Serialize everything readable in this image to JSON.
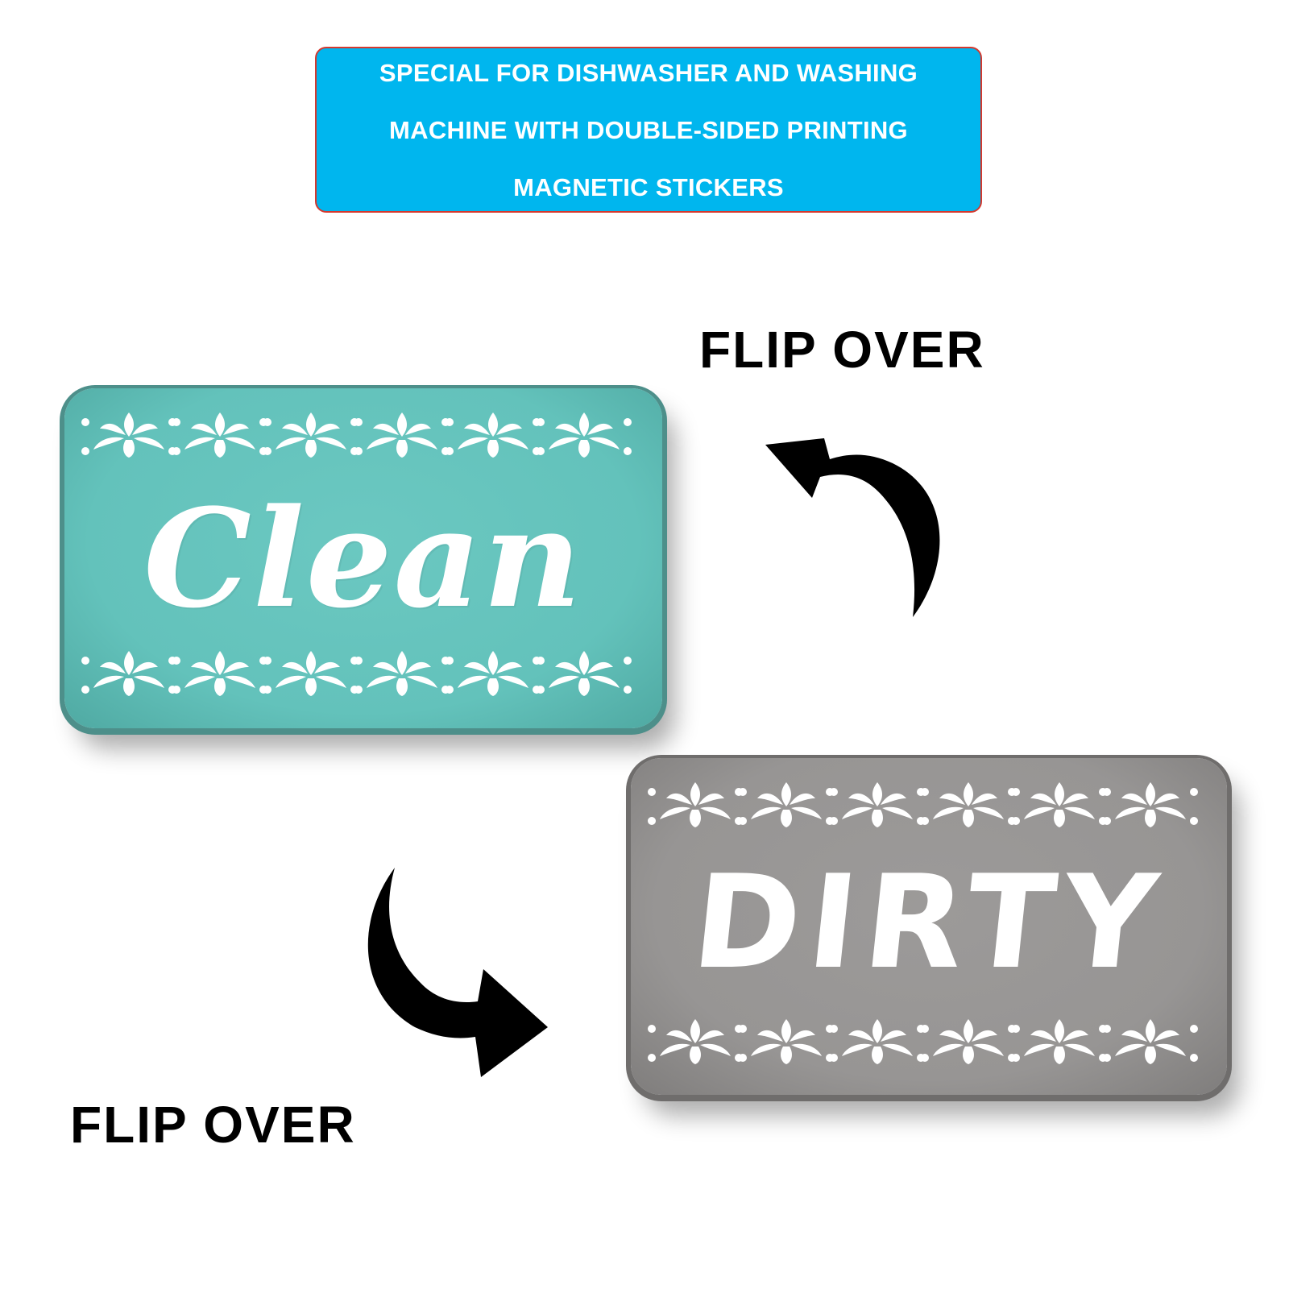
{
  "banner": {
    "lines": [
      "SPECIAL FOR DISHWASHER AND WASHING",
      "MACHINE WITH DOUBLE-SIDED PRINTING",
      "MAGNETIC STICKERS"
    ],
    "background": "#00b6ee",
    "border": "#d4392f"
  },
  "flip_top": "FLIP OVER",
  "flip_bottom": "FLIP OVER",
  "magnets": {
    "clean": {
      "word": "Clean",
      "color": "#63c2bb"
    },
    "dirty": {
      "word": "DIRTY",
      "color": "#979594"
    }
  },
  "icons": {
    "arrow_top": "curved-arrow-up-left-icon",
    "arrow_bottom": "curved-arrow-down-right-icon",
    "pattern": "lotus-flower-border-icon"
  }
}
